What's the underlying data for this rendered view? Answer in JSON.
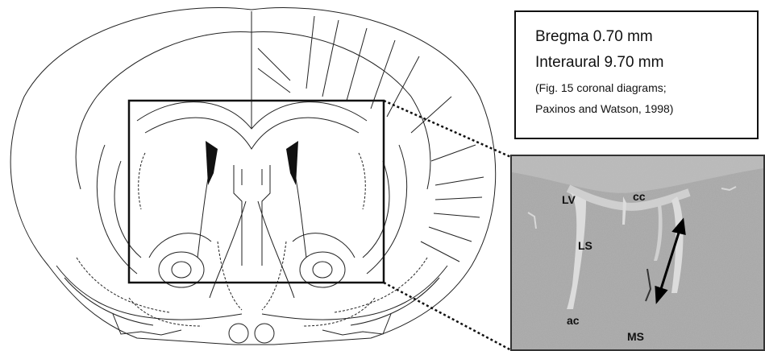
{
  "atlas_reference": {
    "bregma": "Bregma   0.70 mm",
    "interaural": "Interaural  9.70 mm",
    "citation_line1": "(Fig. 15 coronal diagrams;",
    "citation_line2": "Paxinos and Watson, 1998)"
  },
  "section_labels": {
    "lv": "LV",
    "cc": "cc",
    "ls": "LS",
    "ac": "ac",
    "ms": "MS"
  }
}
